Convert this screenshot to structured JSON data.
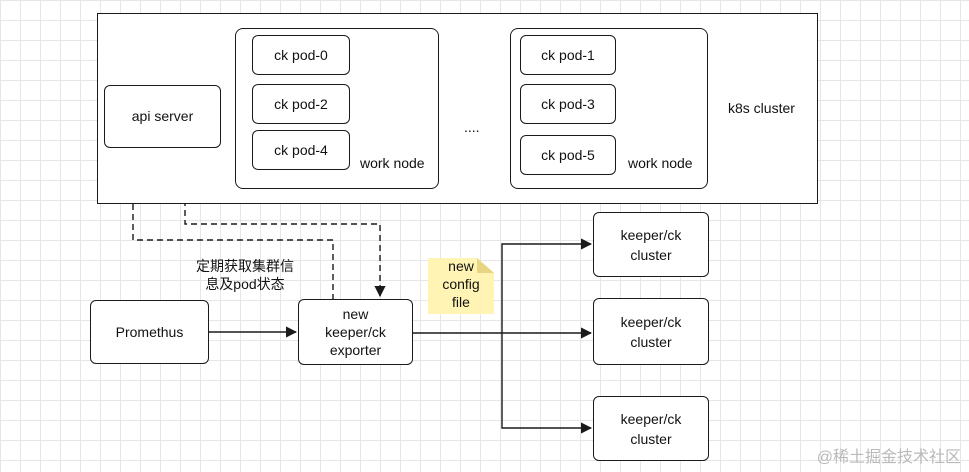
{
  "cluster": {
    "label": "k8s cluster"
  },
  "api_server": {
    "label": "api server"
  },
  "nodes": [
    {
      "label": "work node",
      "pods": [
        "ck pod-0",
        "ck pod-2",
        "ck pod-4"
      ]
    },
    {
      "label": "work node",
      "pods": [
        "ck pod-1",
        "ck pod-3",
        "ck pod-5"
      ]
    }
  ],
  "ellipsis": "....",
  "prometheus": {
    "label": "Promethus"
  },
  "exporter": {
    "label": "new\nkeeper/ck\nexporter"
  },
  "poll_label": "定期获取集群信\n息及pod状态",
  "config_note": "new\nconfig\nfile",
  "keeper_clusters": [
    "keeper/ck\ncluster",
    "keeper/ck\ncluster",
    "keeper/ck\ncluster"
  ],
  "watermark": "@稀土掘金技术社区",
  "colors": {
    "stroke": "#1a1a1a",
    "note": "#fff4b3",
    "grid": "#e6e6e6"
  }
}
